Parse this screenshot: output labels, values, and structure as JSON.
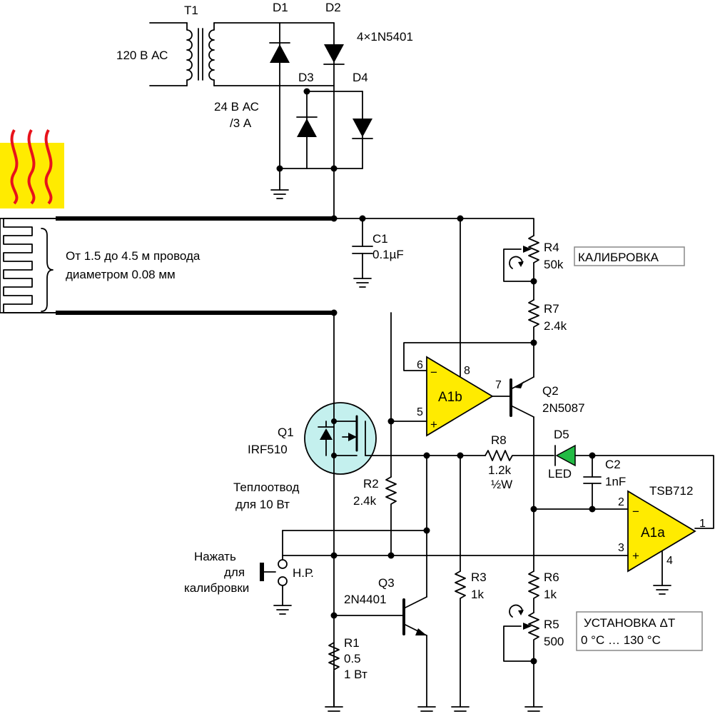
{
  "labels": {
    "t1": "T1",
    "mains": "120 В АС",
    "secondary_line1": "24 В АС",
    "secondary_line2": "/3 А",
    "d1": "D1",
    "d2": "D2",
    "d3": "D3",
    "d4": "D4",
    "diodes_type": "4×1N5401",
    "c1_name": "C1",
    "c1_value": "0.1µF",
    "wire_line1": "От 1.5 до 4.5 м провода",
    "wire_line2": "диаметром 0.08 мм",
    "r4_name": "R4",
    "r4_value": "50k",
    "calibration_box": "КАЛИБРОВКА",
    "r7_name": "R7",
    "r7_value": "2.4k",
    "a1b": "A1b",
    "pin6": "6",
    "pin8": "8",
    "pin7": "7",
    "pin5": "5",
    "pin_minus_b": "−",
    "pin_plus_b": "+",
    "q2_name": "Q2",
    "q2_type": "2N5087",
    "q1_name": "Q1",
    "q1_type": "IRF510",
    "heatsink_line1": "Теплоотвод",
    "heatsink_line2": "для 10 Вт",
    "r2_name": "R2",
    "r2_value": "2.4k",
    "r8_name": "R8",
    "r8_value": "1.2k",
    "r8_power": "½W",
    "d5_name": "D5",
    "d5_type": "LED",
    "c2_name": "C2",
    "c2_value": "1nF",
    "a1a_type": "TSB712",
    "a1a": "A1a",
    "pin2": "2",
    "pin1": "1",
    "pin3": "3",
    "pin4": "4",
    "pin_minus_a": "−",
    "pin_plus_a": "+",
    "press_line1": "Нажать",
    "press_line2": "для",
    "press_line3": "калибровки",
    "no": "Н.Р.",
    "q3_name": "Q3",
    "q3_type": "2N4401",
    "r3_name": "R3",
    "r3_value": "1k",
    "r6_name": "R6",
    "r6_value": "1k",
    "r5_name": "R5",
    "r5_value": "500",
    "set_box_line1": "УСТАНОВКА ΔT",
    "set_box_line2": "0 °C … 130 °C",
    "r1_name": "R1",
    "r1_value": "0.5",
    "r1_power": "1 Вт"
  },
  "colors": {
    "opamp_fill": "#ffeb00",
    "mosfet_fill": "#c4f0ee",
    "led_fill": "#22bb44",
    "heat_bg": "#ffeb00",
    "heat_waves": "#e8121b"
  }
}
